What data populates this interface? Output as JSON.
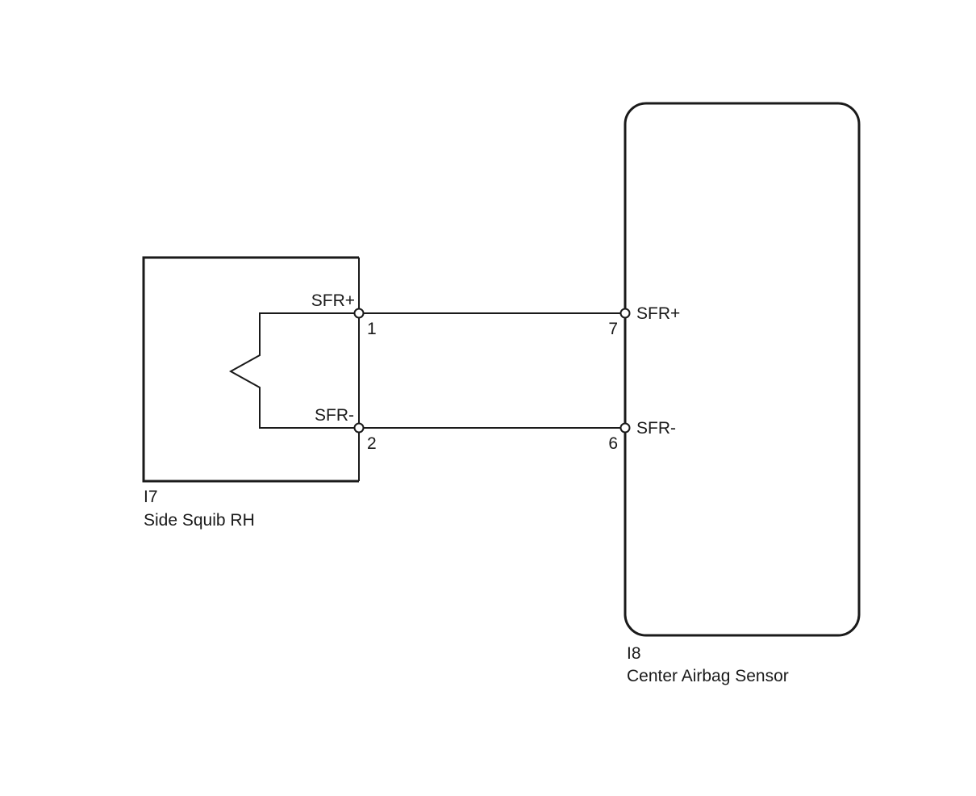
{
  "components": {
    "squib": {
      "id": "I7",
      "name": "Side Squib RH"
    },
    "sensor": {
      "id": "I8",
      "name": "Center Airbag Sensor"
    }
  },
  "connections": [
    {
      "signal_from": "SFR+",
      "pin_from": "1",
      "signal_to": "SFR+",
      "pin_to": "7"
    },
    {
      "signal_from": "SFR-",
      "pin_from": "2",
      "signal_to": "SFR-",
      "pin_to": "6"
    }
  ]
}
